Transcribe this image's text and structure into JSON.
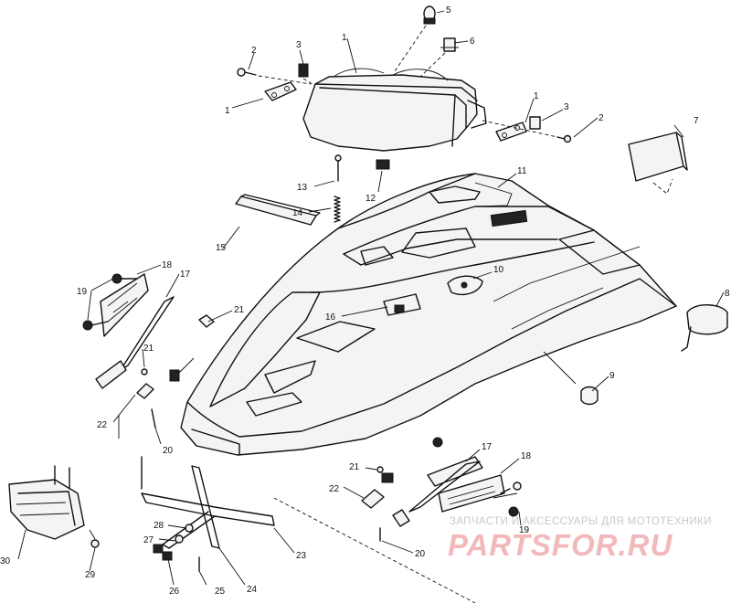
{
  "diagram": {
    "callouts": [
      {
        "id": "c5",
        "text": "5"
      },
      {
        "id": "c6",
        "text": "6"
      },
      {
        "id": "c1a",
        "text": "1"
      },
      {
        "id": "c2a",
        "text": "2"
      },
      {
        "id": "c3a",
        "text": "3"
      },
      {
        "id": "c1b",
        "text": "1"
      },
      {
        "id": "c1c",
        "text": "1"
      },
      {
        "id": "c3b",
        "text": "3"
      },
      {
        "id": "c2b",
        "text": "2"
      },
      {
        "id": "c7",
        "text": "7"
      },
      {
        "id": "c11",
        "text": "11"
      },
      {
        "id": "c13",
        "text": "13"
      },
      {
        "id": "c12",
        "text": "12"
      },
      {
        "id": "c14",
        "text": "14"
      },
      {
        "id": "c15",
        "text": "15"
      },
      {
        "id": "c10",
        "text": "10"
      },
      {
        "id": "c8",
        "text": "8"
      },
      {
        "id": "c18a",
        "text": "18"
      },
      {
        "id": "c17a",
        "text": "17"
      },
      {
        "id": "c19a",
        "text": "19"
      },
      {
        "id": "c21a",
        "text": "21"
      },
      {
        "id": "c16",
        "text": "16"
      },
      {
        "id": "c21b",
        "text": "21"
      },
      {
        "id": "c9",
        "text": "9"
      },
      {
        "id": "c22a",
        "text": "22"
      },
      {
        "id": "c20a",
        "text": "20"
      },
      {
        "id": "c17b",
        "text": "17"
      },
      {
        "id": "c18b",
        "text": "18"
      },
      {
        "id": "c21c",
        "text": "21"
      },
      {
        "id": "c22b",
        "text": "22"
      },
      {
        "id": "c19b",
        "text": "19"
      },
      {
        "id": "c20b",
        "text": "20"
      },
      {
        "id": "c28",
        "text": "28"
      },
      {
        "id": "c27",
        "text": "27"
      },
      {
        "id": "c26",
        "text": "26"
      },
      {
        "id": "c25",
        "text": "25"
      },
      {
        "id": "c24",
        "text": "24"
      },
      {
        "id": "c23",
        "text": "23"
      },
      {
        "id": "c30",
        "text": "30"
      },
      {
        "id": "c29",
        "text": "29"
      }
    ]
  },
  "watermark": {
    "subtitle": "ЗАПЧАСТИ И АКСЕССУАРЫ ДЛЯ МОТОТЕХНИКИ",
    "logo": "PARTSFOR.RU",
    "logo_color": "#f2b8ba",
    "subtitle_color": "#c9c9c9"
  }
}
